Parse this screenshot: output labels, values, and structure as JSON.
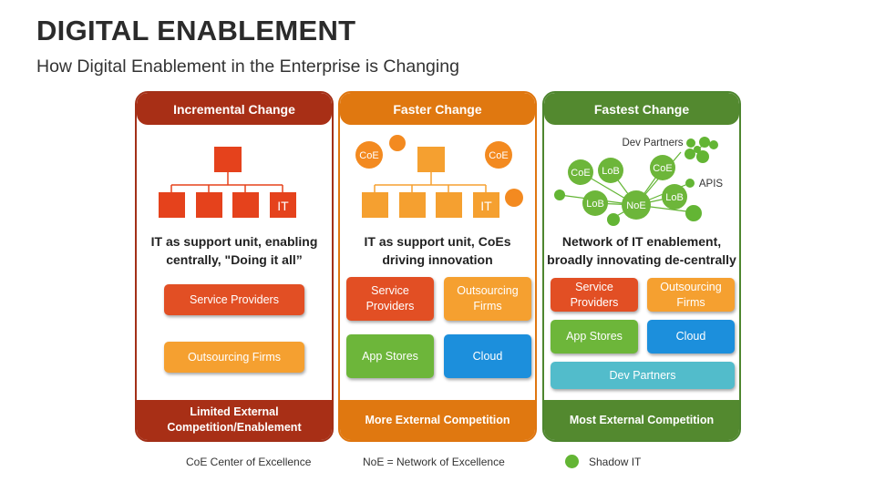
{
  "title": "DIGITAL ENABLEMENT",
  "subtitle": "How Digital Enablement in the Enterprise is Changing",
  "columns": [
    {
      "header": "Incremental Change",
      "it_label": "IT",
      "desc_line1": "IT as support unit, enabling",
      "desc_line2": "centrally, \"Doing it all”",
      "pills": [
        "Service Providers",
        "Outsourcing Firms"
      ],
      "footer_line1": "Limited External",
      "footer_line2": "Competition/Enablement",
      "color": "#a82f16"
    },
    {
      "header": "Faster Change",
      "it_label": "IT",
      "coe_label": "CoE",
      "desc_line1": "IT as support unit, CoEs",
      "desc_line2": "driving innovation",
      "pills": [
        {
          "line1": "Service",
          "line2": "Providers"
        },
        {
          "line1": "Outsourcing",
          "line2": "Firms"
        },
        {
          "line1": "App Stores",
          "line2": ""
        },
        {
          "line1": "Cloud",
          "line2": ""
        }
      ],
      "footer": "More External Competition",
      "color": "#e07810"
    },
    {
      "header": "Fastest Change",
      "network": {
        "dev_partners": "Dev Partners",
        "apis": "APIS",
        "hub": "NoE",
        "nodes": [
          "CoE",
          "LoB",
          "CoE",
          "LoB",
          "LoB"
        ]
      },
      "desc_line1": "Network of IT enablement,",
      "desc_line2": "broadly innovating de-centrally",
      "pills": [
        {
          "line1": "Service",
          "line2": "Providers"
        },
        {
          "line1": "Outsourcing",
          "line2": "Firms"
        },
        {
          "line1": "App Stores",
          "line2": ""
        },
        {
          "line1": "Cloud",
          "line2": ""
        },
        {
          "line1": "Dev Partners",
          "line2": ""
        }
      ],
      "footer": "Most External Competition",
      "color": "#53892f"
    }
  ],
  "legend": {
    "coe": "CoE Center of Excellence",
    "noe": "NoE = Network of Excellence",
    "shadow": "Shadow IT",
    "shadow_color": "#63b534"
  }
}
